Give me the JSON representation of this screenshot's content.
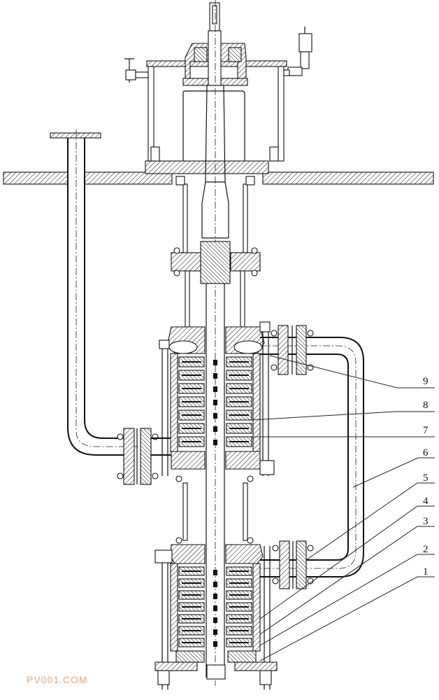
{
  "drawing": {
    "title": "Vertical multistage pump cross-section",
    "part_labels": [
      {
        "id": "9",
        "text": "9"
      },
      {
        "id": "8",
        "text": "8"
      },
      {
        "id": "7",
        "text": "7"
      },
      {
        "id": "6",
        "text": "6"
      },
      {
        "id": "5",
        "text": "5"
      },
      {
        "id": "4",
        "text": "4"
      },
      {
        "id": "3",
        "text": "3"
      },
      {
        "id": "2",
        "text": "2"
      },
      {
        "id": "1",
        "text": "1"
      }
    ]
  },
  "watermark": "PV001.COM",
  "colors": {
    "line": "#111111",
    "watermark": "#f2a27a",
    "background": "#ffffff"
  }
}
